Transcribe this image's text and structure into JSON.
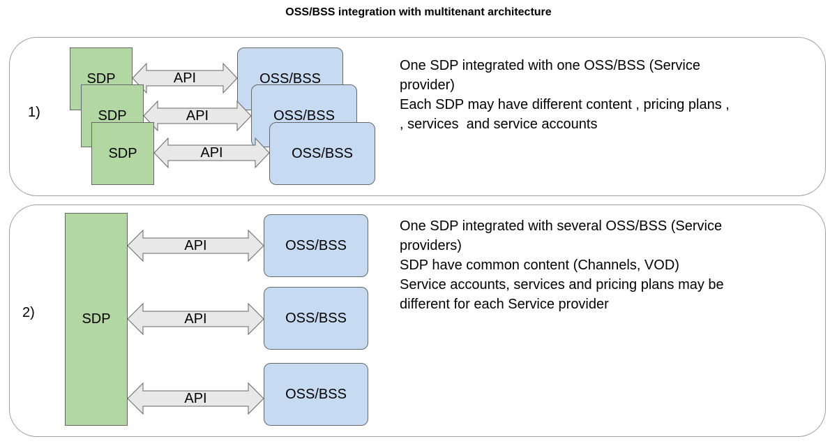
{
  "title": "OSS/BSS integration with multitenant architecture",
  "panel1": {
    "number": "1)",
    "sdp_label": "SDP",
    "api_label": "API",
    "oss_label": "OSS/BSS",
    "description": [
      "One SDP integrated with one OSS/BSS (Service",
      "provider)",
      "Each SDP may have different content , pricing plans ,",
      ", services  and service accounts"
    ]
  },
  "panel2": {
    "number": "2)",
    "sdp_label": "SDP",
    "api_label": "API",
    "oss_label": "OSS/BSS",
    "description": [
      "One SDP integrated with several OSS/BSS (Service",
      "providers)",
      "SDP have common content (Channels, VOD)",
      "Service accounts, services and pricing plans may be",
      "different for each Service provider"
    ]
  },
  "colors": {
    "sdp_fill": "#b3d7a3",
    "oss_fill": "#c6daf1",
    "arrow_fill": "#e8e8e8",
    "border": "#666666"
  }
}
